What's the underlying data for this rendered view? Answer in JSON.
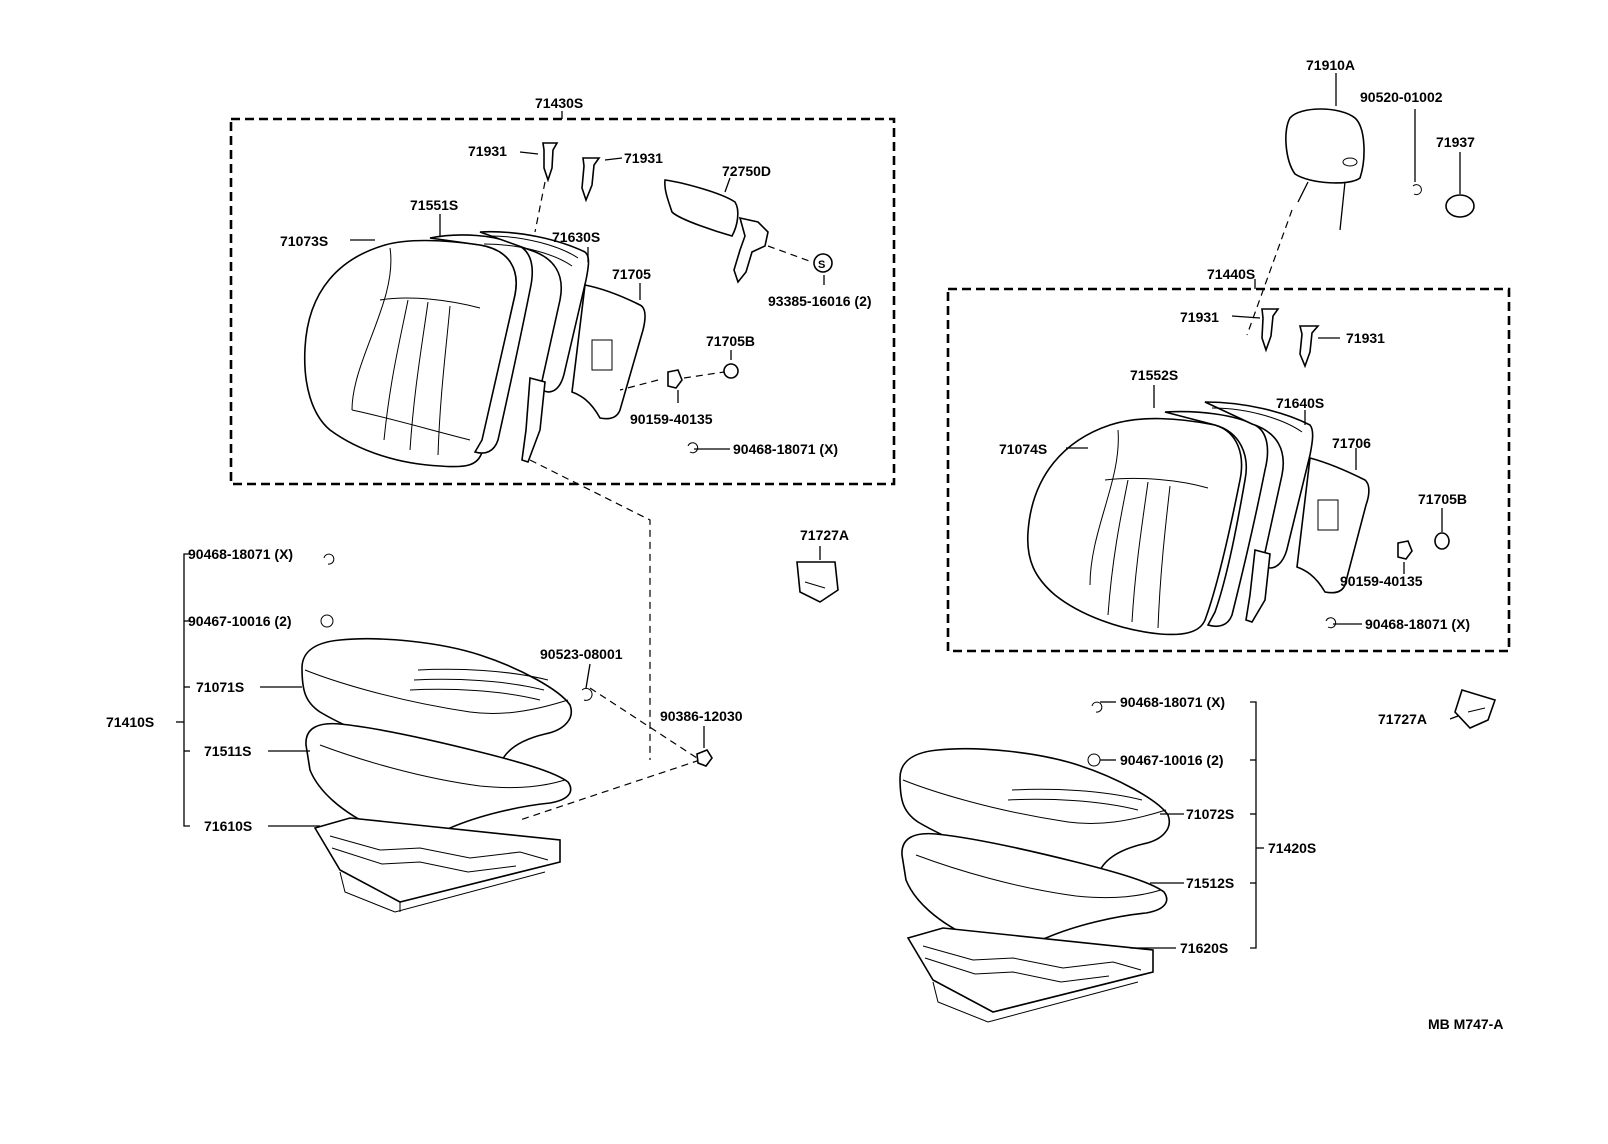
{
  "labels": {
    "front_back": {
      "assembly": "71430S",
      "cover": "71073S",
      "pad": "71551S",
      "frame": "71630S",
      "board": "71705",
      "board_clip": "71705B",
      "clip_screw": "90159-40135",
      "hog_ring": "90468-18071 (X)",
      "guide_left": "71931",
      "guide_right": "71931",
      "recliner": "72750D",
      "recliner_screw": "93385-16016 (2)",
      "s_mark": "S"
    },
    "rear_back": {
      "assembly": "71440S",
      "cover": "71074S",
      "pad": "71552S",
      "frame": "71640S",
      "board": "71706",
      "board_clip": "71705B",
      "clip_screw": "90159-40135",
      "hog_ring": "90468-18071 (X)",
      "guide_left": "71931",
      "guide_right": "71931"
    },
    "headrest": {
      "assembly": "71910A",
      "clip": "90520-01002",
      "cap": "71937"
    },
    "left_cushion": {
      "assembly": "71410S",
      "hog_ring": "90468-18071 (X)",
      "clip": "90467-10016 (2)",
      "cover": "71071S",
      "pad": "71511S",
      "frame": "71610S",
      "washer": "90523-08001",
      "bolt": "90386-12030"
    },
    "right_cushion": {
      "assembly": "71420S",
      "hog_ring": "90468-18071 (X)",
      "clip": "90467-10016 (2)",
      "cover": "71072S",
      "pad": "71512S",
      "frame": "71620S"
    },
    "cover_cap_left": "71727A",
    "cover_cap_right": "71727A",
    "diagram_code": "MB M747-A"
  }
}
